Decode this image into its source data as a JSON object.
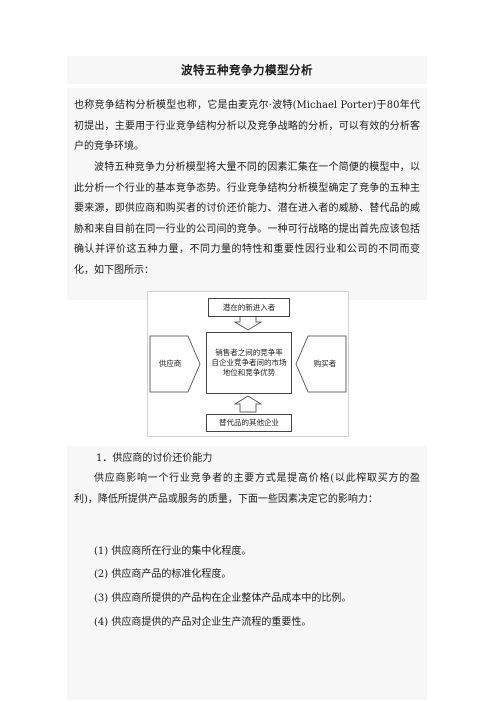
{
  "document": {
    "title": "波特五种竞争力模型分析",
    "intro": "也称竞争结构分析模型也称，它是由麦克尔·波特(Michael Porter)于80年代初提出，主要用于行业竞争结构分析以及竞争战略的分析，可以有效的分析客户的竞争环境。",
    "para2": "波特五种竞争力分析模型将大量不同的因素汇集在一个简便的模型中，以此分析一个行业的基本竞争态势。行业竞争结构分析模型确定了竞争的五种主要来源，即供应商和购买者的讨价还价能力、潜在进入者的威胁、替代品的威胁和来自目前在同一行业的公司间的竞争。一种可行战略的提出首先应该包括确认并评价这五种力量，不同力量的特性和重要性因行业和公司的不同而变化，如下图所示：",
    "section1_heading": "1．供应商的讨价还价能力",
    "section1_body": "供应商影响一个行业竞争者的主要方式是提高价格(以此榨取买方的盈利)，降低所提供产品或服务的质量，下面一些因素决定它的影响力：",
    "items": [
      "(1) 供应商所在行业的集中化程度。",
      "(2) 供应商产品的标准化程度。",
      "(3) 供应商所提供的产品构在企业整体产品成本中的比例。",
      "(4) 供应商提供的产品对企业生产流程的重要性。"
    ]
  },
  "diagram": {
    "top": "潜在的新进入者",
    "left": "供应商",
    "center_lines": [
      "销售者之间的竞争率",
      "自企业竞争者间的市场",
      "地位和竞争优势"
    ],
    "right": "购买者",
    "bottom": "替代品的其他企业"
  }
}
